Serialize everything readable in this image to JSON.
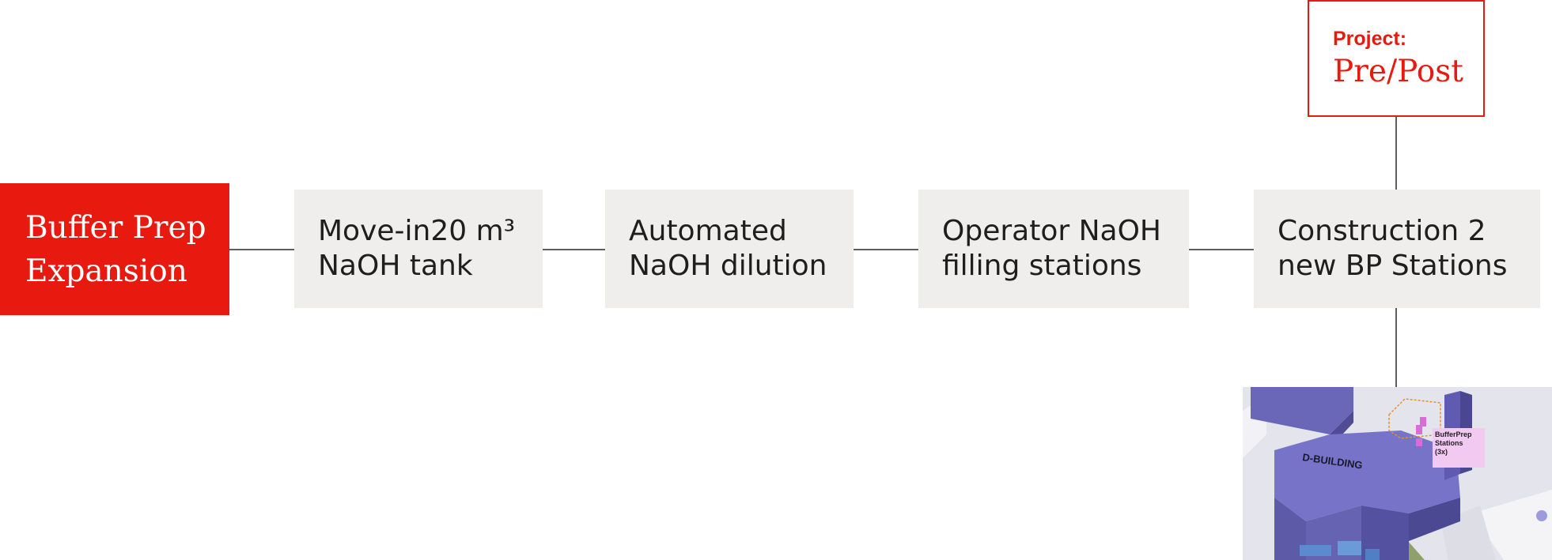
{
  "root": {
    "label": "Buffer Prep\nExpansion"
  },
  "steps": [
    {
      "label": "Move-in20 m³\nNaOH tank"
    },
    {
      "label": "Automated\nNaOH dilution"
    },
    {
      "label": "Operator NaOH\nfilling stations"
    },
    {
      "label": "Construction 2\nnew BP Stations"
    }
  ],
  "project": {
    "title": "Project:",
    "value": "Pre/Post"
  },
  "image": {
    "building_label": "D-BUILDING",
    "station_label": "BufferPrep\nStations\n(3x)"
  },
  "colors": {
    "accent": "#e8190f",
    "box": "#efeeec",
    "line": "#5f5f5f",
    "building": "#6f6cc0"
  }
}
